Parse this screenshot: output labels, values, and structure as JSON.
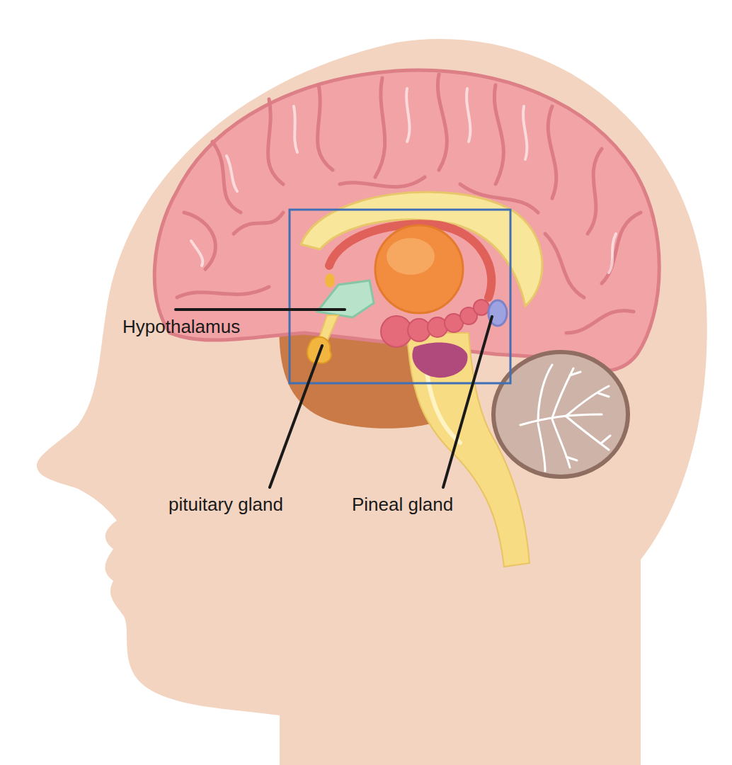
{
  "diagram": {
    "labels": [
      "Hypothalamus",
      "pituitary gland",
      "Pineal gland"
    ]
  }
}
